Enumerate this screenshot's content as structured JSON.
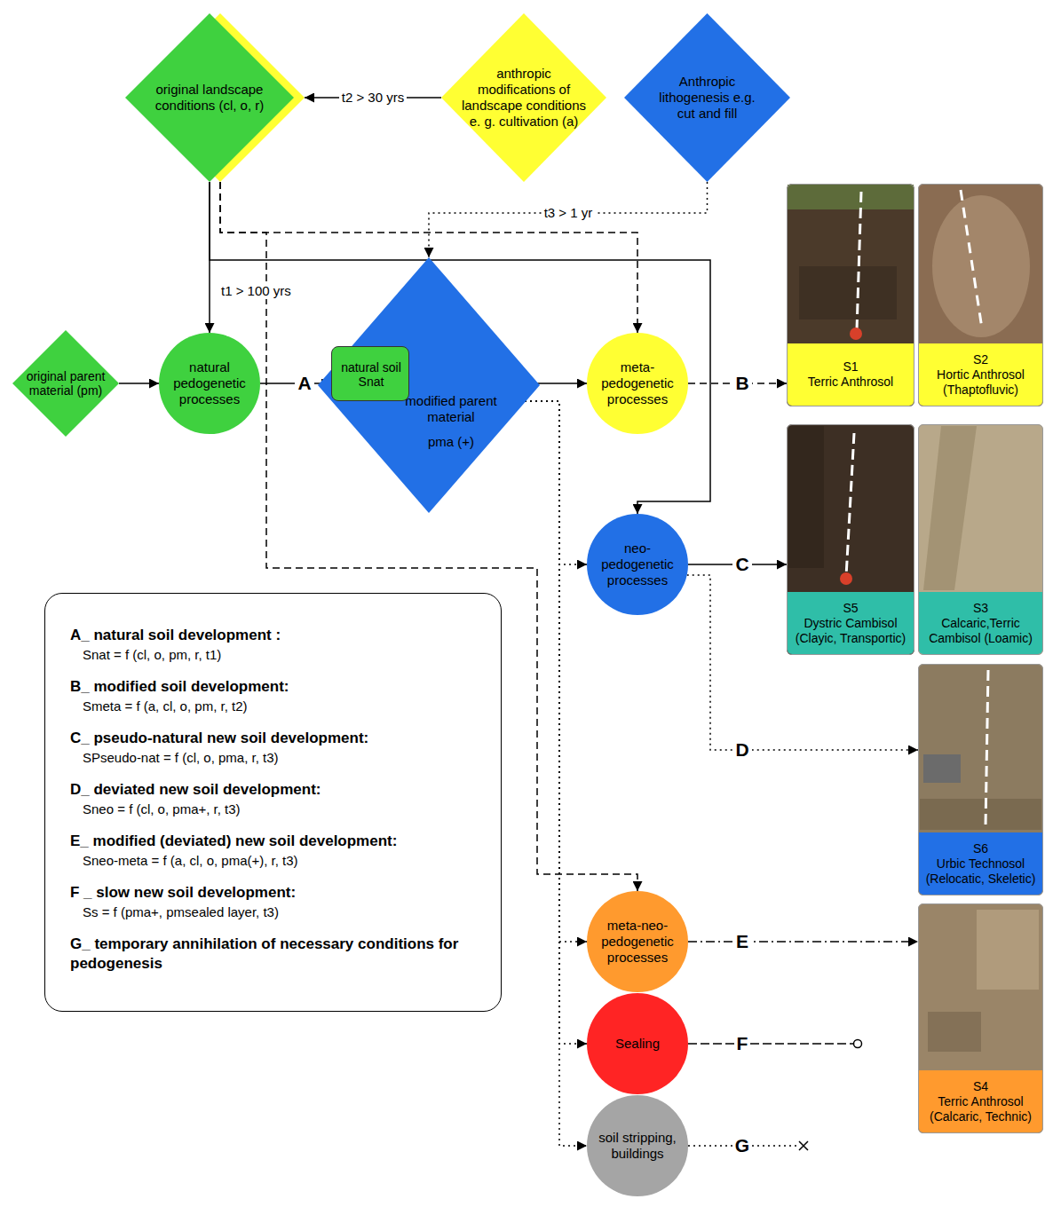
{
  "diagram": {
    "nodes": [
      {
        "text": [
          "original landscape conditions (cl, o, r)"
        ]
      },
      {
        "text": [
          "anthropic modifications of landscape conditions e. g. cultivation (a)"
        ]
      },
      {
        "text": [
          "Anthropic lithogenesis e.g. cut and fill"
        ]
      },
      {
        "text": [
          "original parent material (pm)"
        ]
      },
      {
        "text": [
          "natural pedogenetic processes"
        ]
      },
      {
        "text": [
          "modified parent material",
          "pma (+)"
        ]
      },
      {
        "text": [
          "natural soil Snat"
        ],
        "in": 5
      },
      {
        "text": [
          "meta-pedogenetic processes"
        ]
      },
      {
        "text": [
          "neo-pedogenetic processes"
        ]
      },
      {
        "text": [
          "meta-neo-pedogenetic processes"
        ]
      },
      {
        "text": [
          "Sealing"
        ]
      },
      {
        "text": [
          "soil stripping, buildings"
        ]
      },
      {
        "text": [
          "S1",
          "Terric Anthrosol"
        ]
      },
      {
        "text": [
          "S2",
          "Hortic Anthrosol (Thaptofluvic)"
        ]
      },
      {
        "text": [
          "S5",
          "Dystric Cambisol (Clayic, Transportic)"
        ]
      },
      {
        "text": [
          "S3",
          "Calcaric,Terric Cambisol (Loamic)"
        ]
      },
      {
        "text": [
          "S6",
          "Urbic Technosol (Relocatic, Skeletic)"
        ]
      },
      {
        "text": [
          "S4",
          "Terric Anthrosol (Calcaric, Technic)"
        ]
      },
      {
        "text": [
          "A_ natural soil development :",
          "Snat = f (cl, o, pm, r, t1)",
          "B_ modified soil development:",
          "Smeta = f (a, cl, o, pm, r, t2)",
          "C_ pseudo-natural new soil development:",
          "SPseudo-nat = f (cl, o, pma, r, t3)",
          "D_ deviated new soil development:",
          "Sneo = f (cl, o, pma+, r, t3)",
          "E_ modified (deviated) new soil development:",
          "Sneo-meta = f (a, cl, o, pma(+), r, t3)",
          "F _ slow new soil development:",
          "Ss = f (pma+, pmsealed layer, t3)",
          "G_ temporary annihilation of necessary conditions for pedogenesis"
        ]
      }
    ],
    "edges": [
      {
        "from": 3,
        "to": 4,
        "arrow": "to"
      },
      {
        "from": 0,
        "to": 4,
        "label": "t1 > 100 yrs",
        "arrow": "to"
      },
      {
        "from": 1,
        "to": 0,
        "label": "t2 > 30 yrs",
        "arrow": "to"
      },
      {
        "from": 2,
        "to": 5,
        "label": "t3 > 1 yr",
        "arrow": "to"
      },
      {
        "from": 4,
        "to": 6,
        "label": "A",
        "arrow": "to"
      },
      {
        "from": 6,
        "to": 7,
        "arrow": "to"
      },
      {
        "from": 0,
        "to": 7,
        "arrow": "to"
      },
      {
        "from": 0,
        "to": 8,
        "arrow": "to"
      },
      {
        "from": 0,
        "to": 9,
        "arrow": "to"
      },
      {
        "from": 5,
        "to": 8,
        "arrow": "to"
      },
      {
        "from": 5,
        "to": 9,
        "arrow": "to"
      },
      {
        "from": 5,
        "to": 10,
        "arrow": "to"
      },
      {
        "from": 5,
        "to": 11,
        "arrow": "to"
      },
      {
        "from": 7,
        "to": 12,
        "label": "B",
        "arrow": "to"
      },
      {
        "from": 8,
        "to": 14,
        "label": "C",
        "arrow": "to"
      },
      {
        "from": 8,
        "to": 16,
        "label": "D",
        "arrow": "to"
      },
      {
        "from": 9,
        "to": 17,
        "label": "E",
        "arrow": "to"
      }
    ],
    "labels": [
      "F",
      "G"
    ]
  }
}
